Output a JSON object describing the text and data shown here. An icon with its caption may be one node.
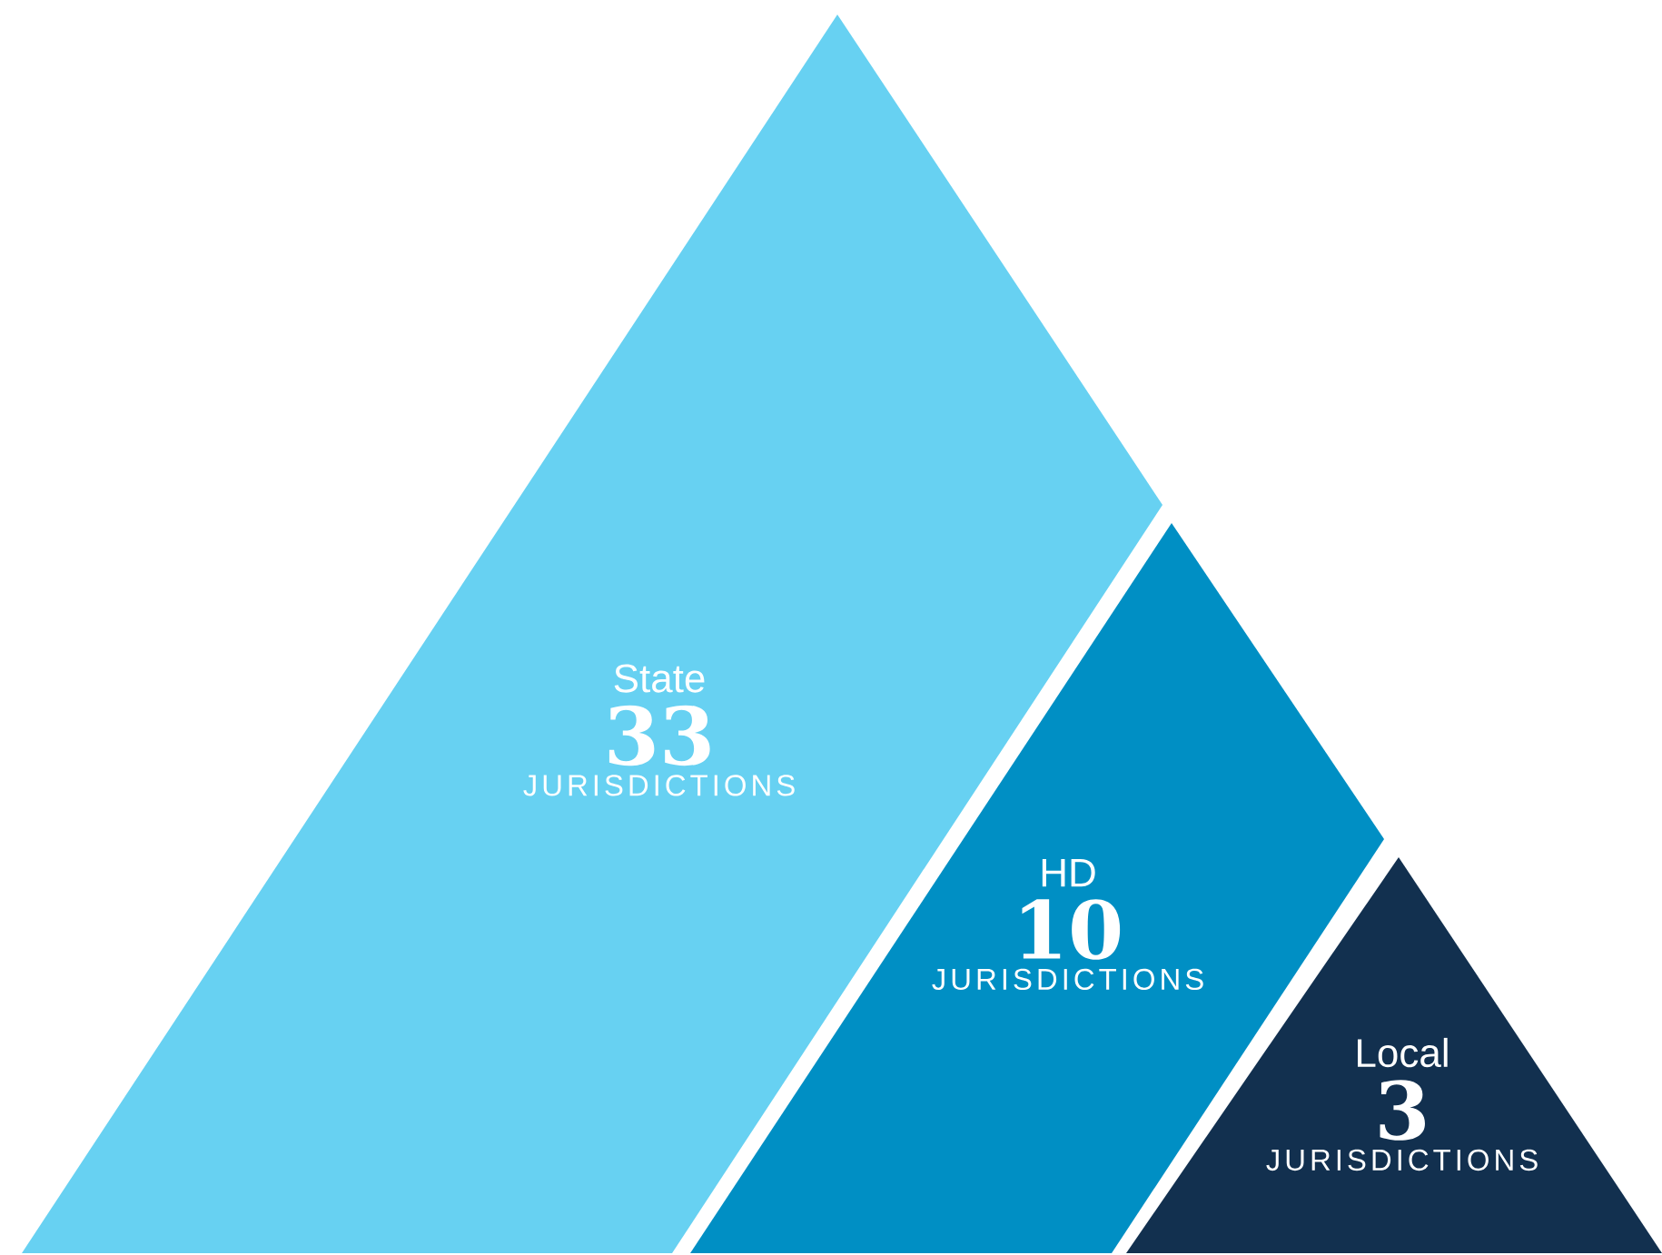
{
  "diagram": {
    "nodes": [
      {
        "text": [
          "State",
          "33",
          "JURISDICTIONS"
        ]
      },
      {
        "text": [
          "HD",
          "10",
          "JURISDICTIONS"
        ]
      },
      {
        "text": [
          "Local",
          "3",
          "JURISDICTIONS"
        ]
      }
    ]
  }
}
